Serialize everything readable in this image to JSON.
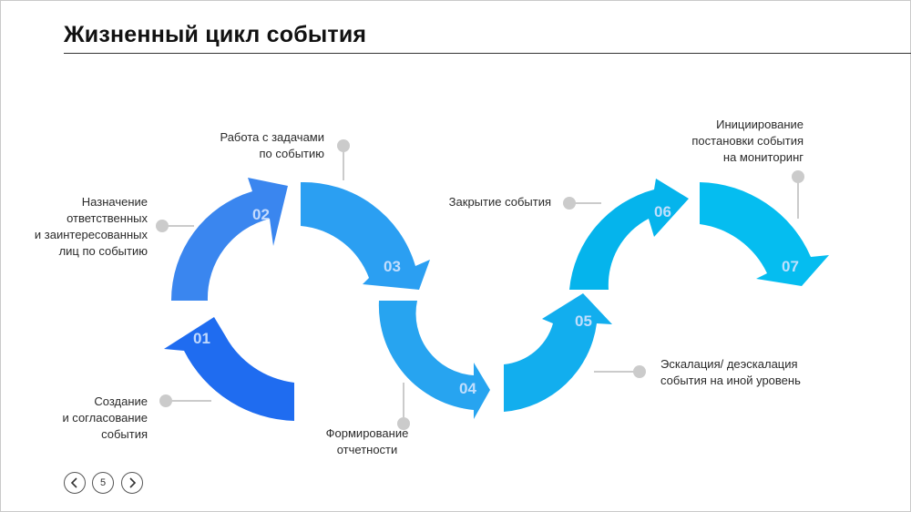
{
  "title": "Жизненный цикл события",
  "steps": [
    {
      "num": "01",
      "lines": [
        "Создание",
        "и согласование",
        "события"
      ]
    },
    {
      "num": "02",
      "lines": [
        "Назначение",
        "ответственных",
        "и заинтересованных",
        "лиц по событию"
      ]
    },
    {
      "num": "03",
      "lines": [
        "Работа с задачами",
        "по событию"
      ]
    },
    {
      "num": "04",
      "lines": [
        "Формирование",
        "отчетности"
      ]
    },
    {
      "num": "05",
      "lines": [
        "Эскалация/ деэскалация",
        "события на иной уровень"
      ]
    },
    {
      "num": "06",
      "lines": [
        "Закрытие события"
      ]
    },
    {
      "num": "07",
      "lines": [
        "Инициирование",
        "постановки события",
        "на мониторинг"
      ]
    }
  ],
  "colors": {
    "s01": "#1f6cf0",
    "s02": "#3a86ef",
    "s03": "#2b9ff2",
    "s04": "#27a4f0",
    "s05": "#12aeee",
    "s06": "#05b4ec",
    "s07": "#05bdf0",
    "connector": "#cbcbcb"
  },
  "nav": {
    "prev_icon": "chevron-left-icon",
    "page": "5",
    "next_icon": "chevron-right-icon"
  }
}
